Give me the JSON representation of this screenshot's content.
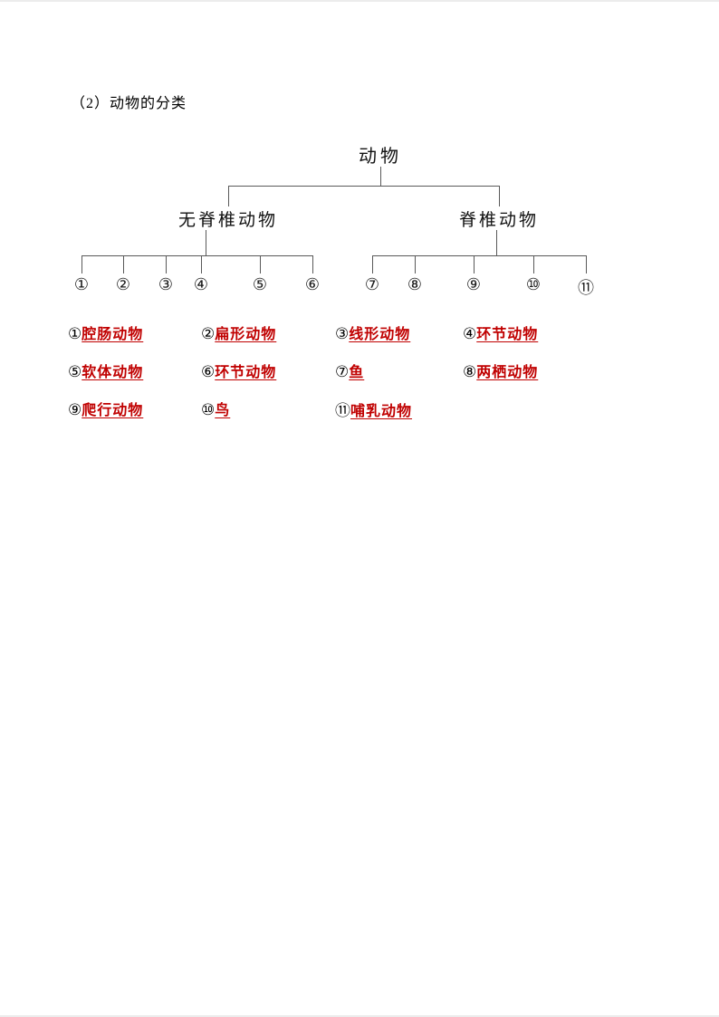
{
  "page": {
    "title": "（2）动物的分类"
  },
  "tree": {
    "root": "动物",
    "left_branch": {
      "label": "无脊椎动物",
      "children": [
        "①",
        "②",
        "③",
        "④",
        "⑤",
        "⑥"
      ]
    },
    "right_branch": {
      "label": "脊椎动物",
      "children": [
        "⑦",
        "⑧",
        "⑨",
        "⑩",
        "⑪"
      ]
    }
  },
  "answers": [
    {
      "num": "①",
      "text": "腔肠动物"
    },
    {
      "num": "②",
      "text": "扁形动物"
    },
    {
      "num": "③",
      "text": "线形动物"
    },
    {
      "num": "④",
      "text": "环节动物"
    },
    {
      "num": "⑤",
      "text": "软体动物"
    },
    {
      "num": "⑥",
      "text": "环节动物"
    },
    {
      "num": "⑦",
      "text": "鱼"
    },
    {
      "num": "⑧",
      "text": "两栖动物"
    },
    {
      "num": "⑨",
      "text": "爬行动物"
    },
    {
      "num": "⑩",
      "text": "鸟"
    },
    {
      "num": "⑪",
      "text": "哺乳动物"
    }
  ],
  "colors": {
    "answer_text": "#c00000",
    "line": "#595959"
  }
}
